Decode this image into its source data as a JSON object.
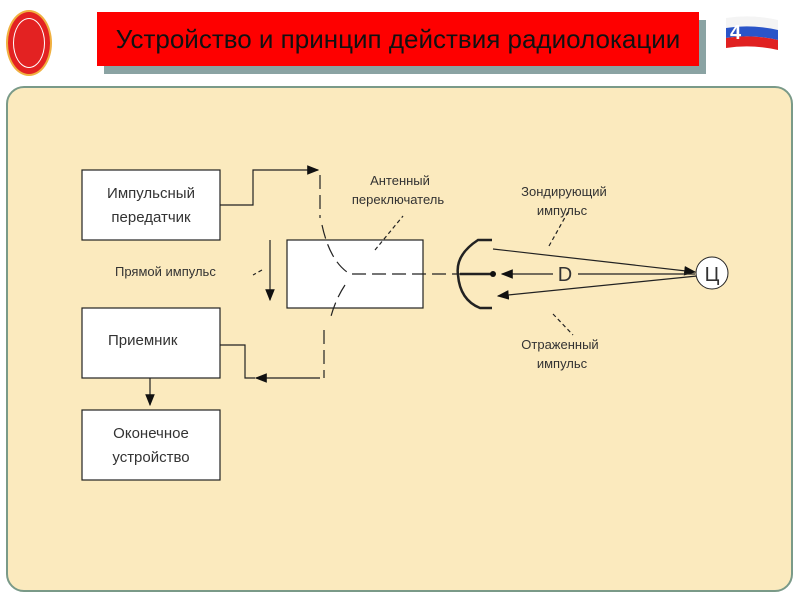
{
  "header": {
    "title": "Устройство и принцип действия радиолокации",
    "slide_number": "4"
  },
  "diagram": {
    "transmitter": [
      "Импульсный",
      "передатчик"
    ],
    "receiver": "Приемник",
    "terminal": [
      "Оконечное",
      "устройство"
    ],
    "switch_label": [
      "Антенный",
      "переключатель"
    ],
    "direct_pulse": "Прямой импульс",
    "probe_pulse": [
      "Зондирующий",
      "импульс"
    ],
    "reflected_pulse": [
      "Отраженный",
      "импульс"
    ],
    "distance": "D",
    "target": "Ц"
  },
  "colors": {
    "title_bg": "#fe0000",
    "panel_bg": "#fbeabe"
  }
}
